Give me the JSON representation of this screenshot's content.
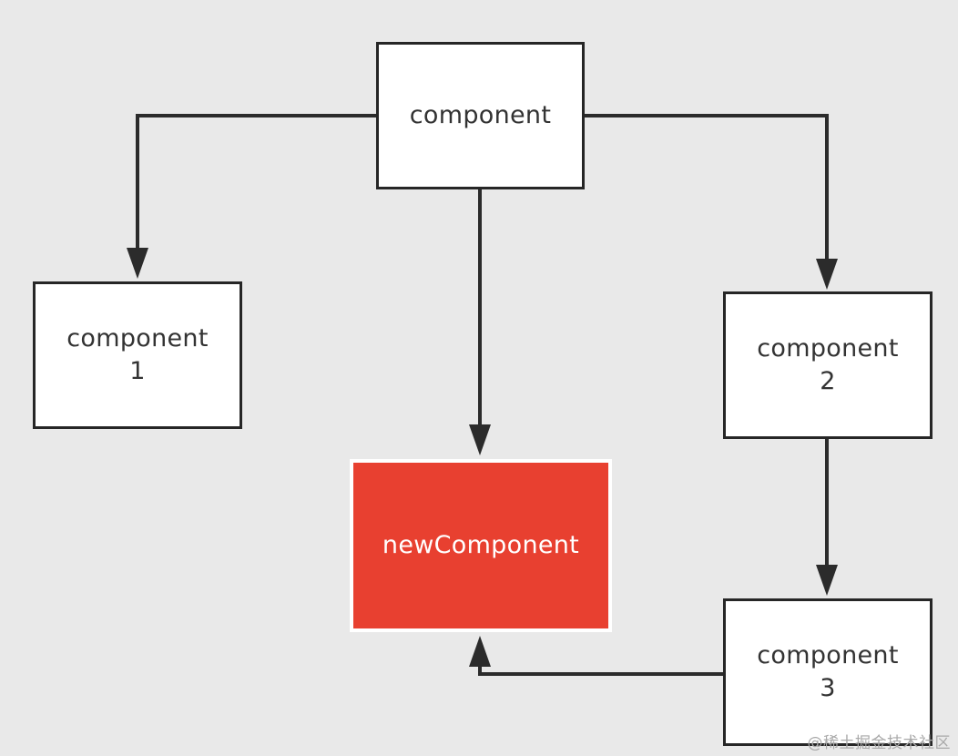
{
  "nodes": {
    "root": {
      "label": "component"
    },
    "c1": {
      "label": "component\n1"
    },
    "c2": {
      "label": "component\n2"
    },
    "c3": {
      "label": "component\n3"
    },
    "new": {
      "label": "newComponent"
    }
  },
  "edges": [
    {
      "from": "root",
      "to": "c1"
    },
    {
      "from": "root",
      "to": "new"
    },
    {
      "from": "root",
      "to": "c2"
    },
    {
      "from": "c2",
      "to": "c3"
    },
    {
      "from": "c3",
      "to": "new"
    }
  ],
  "colors": {
    "background": "#e9e9e9",
    "node_fill": "#ffffff",
    "node_border": "#262626",
    "edge": "#2b2b2b",
    "highlight_fill": "#e84030",
    "highlight_text": "#ffffff",
    "text": "#333333"
  },
  "watermark": "@稀土掘金技术社区"
}
